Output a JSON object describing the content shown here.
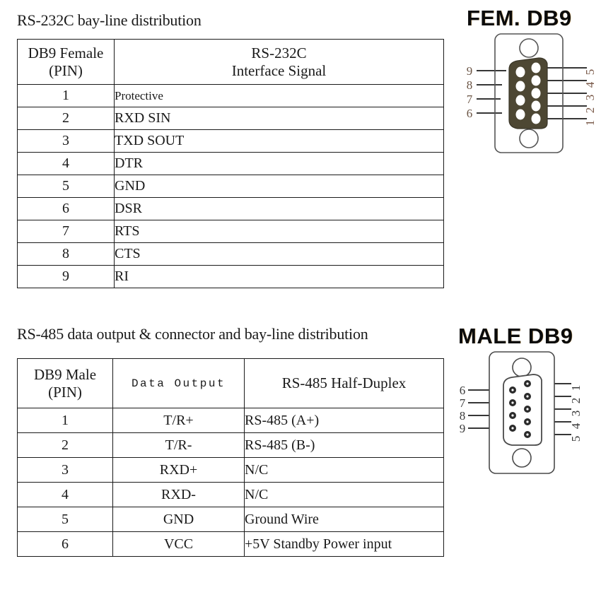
{
  "page": {
    "background": "#ffffff",
    "ink": "#1a1a1a"
  },
  "sections": {
    "rs232": {
      "title": "RS-232C bay-line distribution",
      "table": {
        "headers": [
          "DB9 Female\n(PIN)",
          "RS-232C\nInterface Signal"
        ],
        "header_col1_line1": "DB9 Female",
        "header_col1_line2": "(PIN)",
        "header_col2_line1": "RS-232C",
        "header_col2_line2": "Interface Signal",
        "rows": [
          {
            "pin": "1",
            "signal": "Protective"
          },
          {
            "pin": "2",
            "signal": "RXD SIN"
          },
          {
            "pin": "3",
            "signal": "TXD SOUT"
          },
          {
            "pin": "4",
            "signal": "DTR"
          },
          {
            "pin": "5",
            "signal": "GND"
          },
          {
            "pin": "6",
            "signal": "DSR"
          },
          {
            "pin": "7",
            "signal": "RTS"
          },
          {
            "pin": "8",
            "signal": "CTS"
          },
          {
            "pin": "9",
            "signal": "RI"
          }
        ]
      }
    },
    "rs485": {
      "title": "RS-485 data output & connector and bay-line distribution",
      "table": {
        "header_col1_line1": "DB9 Male",
        "header_col1_line2": "(PIN)",
        "header_col2": "Data Output",
        "header_col3": "RS-485 Half-Duplex",
        "rows": [
          {
            "pin": "1",
            "data_output": "T/R+",
            "half_duplex": "RS-485 (A+)"
          },
          {
            "pin": "2",
            "data_output": "T/R-",
            "half_duplex": "RS-485 (B-)"
          },
          {
            "pin": "3",
            "data_output": "RXD+",
            "half_duplex": "N/C"
          },
          {
            "pin": "4",
            "data_output": "RXD-",
            "half_duplex": "N/C"
          },
          {
            "pin": "5",
            "data_output": "GND",
            "half_duplex": "Ground Wire"
          },
          {
            "pin": "6",
            "data_output": "VCC",
            "half_duplex": "+5V Standby Power input"
          }
        ]
      }
    }
  },
  "connectors": {
    "female": {
      "title": "FEM. DB9",
      "left_pin_labels": [
        "9",
        "8",
        "7",
        "6"
      ],
      "right_pin_labels": [
        "5",
        "4",
        "3",
        "2",
        "1"
      ],
      "shield_color": "#4d4733",
      "hole_color": "#ffffff",
      "frame_color": "#555555",
      "label_color": "#6b5545"
    },
    "male": {
      "title": "MALE DB9",
      "left_pin_labels": [
        "6",
        "7",
        "8",
        "9"
      ],
      "right_pin_labels": [
        "1",
        "2",
        "3",
        "4",
        "5"
      ],
      "shield_color": "#ffffff",
      "pin_color": "#2b2b2b",
      "frame_color": "#4a4a4a",
      "label_color": "#3a3a3a"
    }
  }
}
